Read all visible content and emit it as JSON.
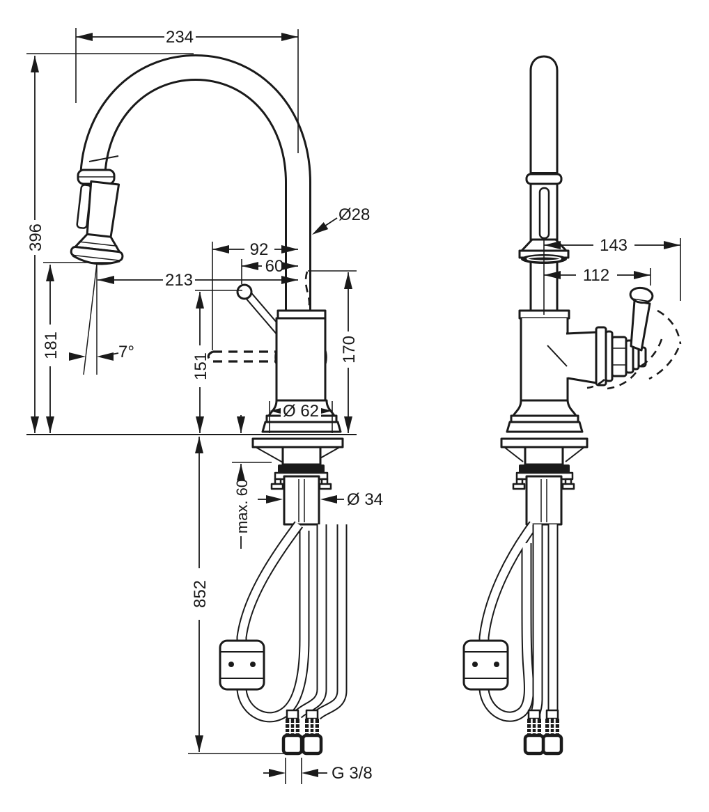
{
  "drawing": {
    "type": "faucet-installation-dimension-drawing",
    "line_color": "#1a1a1a",
    "background_color": "#ffffff",
    "dimensions": {
      "spout_reach": "234",
      "spout_height": "396",
      "outlet_clearance": "181",
      "projection_to_outlet": "213",
      "spout_pipe_offset": "92",
      "handle_clearance": "60",
      "spout_pipe_diameter": "Ø28",
      "body_height": "170",
      "handle_top_height": "151",
      "base_diameter": "Ø 62",
      "max_counter_thickness": "max. 60",
      "shank_diameter": "Ø 34",
      "hose_length": "852",
      "supply_thread": "G 3/8",
      "spray_angle": "7°",
      "side_reach_handle_swung": "143",
      "side_reach_handle": "112"
    }
  }
}
